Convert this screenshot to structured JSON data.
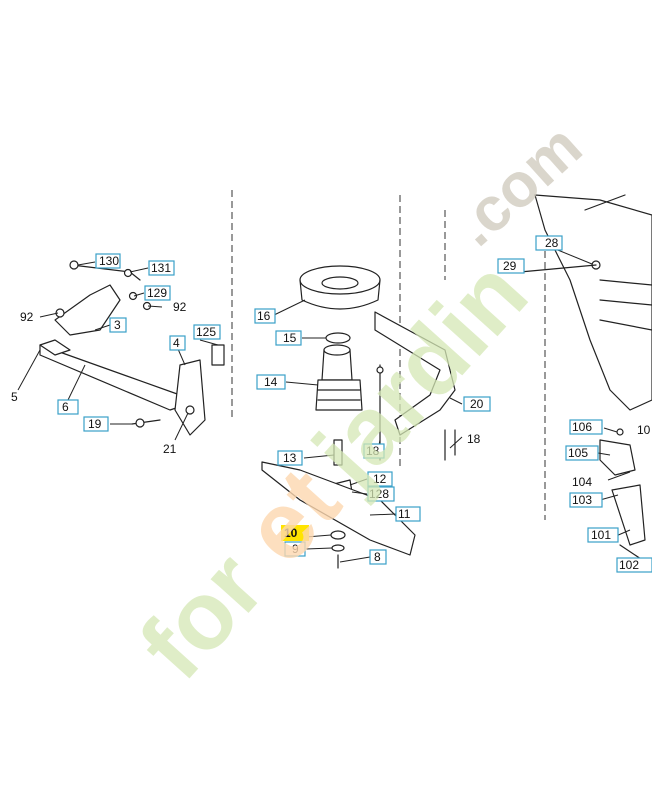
{
  "diagram": {
    "part_labels": {
      "p130": "130",
      "p131": "131",
      "p129": "129",
      "p92a": "92",
      "p92b": "92",
      "p3": "3",
      "p125": "125",
      "p4": "4",
      "p5": "5",
      "p6": "6",
      "p19": "19",
      "p21": "21",
      "p16": "16",
      "p15": "15",
      "p14": "14",
      "p13": "13",
      "p18a": "18",
      "p18b": "18",
      "p20": "20",
      "p12": "12",
      "p128": "128",
      "p11": "11",
      "p10": "10",
      "p9": "9",
      "p8": "8",
      "p28": "28",
      "p29": "29",
      "p106": "106",
      "p10b": "10",
      "p105": "105",
      "p104": "104",
      "p103": "103",
      "p101": "101",
      "p102": "102"
    },
    "highlight_color": "#ffe400",
    "box_color": "#3aa0c8"
  },
  "watermark": {
    "part1": "for",
    "part2": "et",
    "part3": "jardin",
    "part4": ".com"
  }
}
